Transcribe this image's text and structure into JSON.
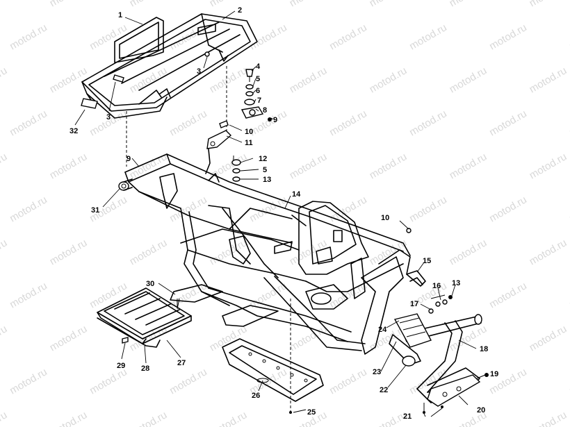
{
  "watermark": "motod.ru",
  "callouts": [
    {
      "id": "c1",
      "text": "1"
    },
    {
      "id": "c2",
      "text": "2"
    },
    {
      "id": "c3a",
      "text": "3"
    },
    {
      "id": "c3b",
      "text": "3"
    },
    {
      "id": "c4",
      "text": "4"
    },
    {
      "id": "c5a",
      "text": "5"
    },
    {
      "id": "c6",
      "text": "6"
    },
    {
      "id": "c7",
      "text": "7"
    },
    {
      "id": "c8",
      "text": "8"
    },
    {
      "id": "c9a",
      "text": "9"
    },
    {
      "id": "c9b",
      "text": "9"
    },
    {
      "id": "c10a",
      "text": "10"
    },
    {
      "id": "c10b",
      "text": "10"
    },
    {
      "id": "c11",
      "text": "11"
    },
    {
      "id": "c12",
      "text": "12"
    },
    {
      "id": "c5b",
      "text": "5"
    },
    {
      "id": "c13a",
      "text": "13"
    },
    {
      "id": "c13b",
      "text": "13"
    },
    {
      "id": "c14",
      "text": "14"
    },
    {
      "id": "c15",
      "text": "15"
    },
    {
      "id": "c16",
      "text": "16"
    },
    {
      "id": "c17",
      "text": "17"
    },
    {
      "id": "c18",
      "text": "18"
    },
    {
      "id": "c19",
      "text": "19"
    },
    {
      "id": "c20",
      "text": "20"
    },
    {
      "id": "c21",
      "text": "21"
    },
    {
      "id": "c22",
      "text": "22"
    },
    {
      "id": "c23",
      "text": "23"
    },
    {
      "id": "c24",
      "text": "24"
    },
    {
      "id": "c25",
      "text": "25"
    },
    {
      "id": "c26",
      "text": "26"
    },
    {
      "id": "c27",
      "text": "27"
    },
    {
      "id": "c28",
      "text": "28"
    },
    {
      "id": "c29",
      "text": "29"
    },
    {
      "id": "c30",
      "text": "30"
    },
    {
      "id": "c31",
      "text": "31"
    },
    {
      "id": "c32",
      "text": "32"
    }
  ]
}
